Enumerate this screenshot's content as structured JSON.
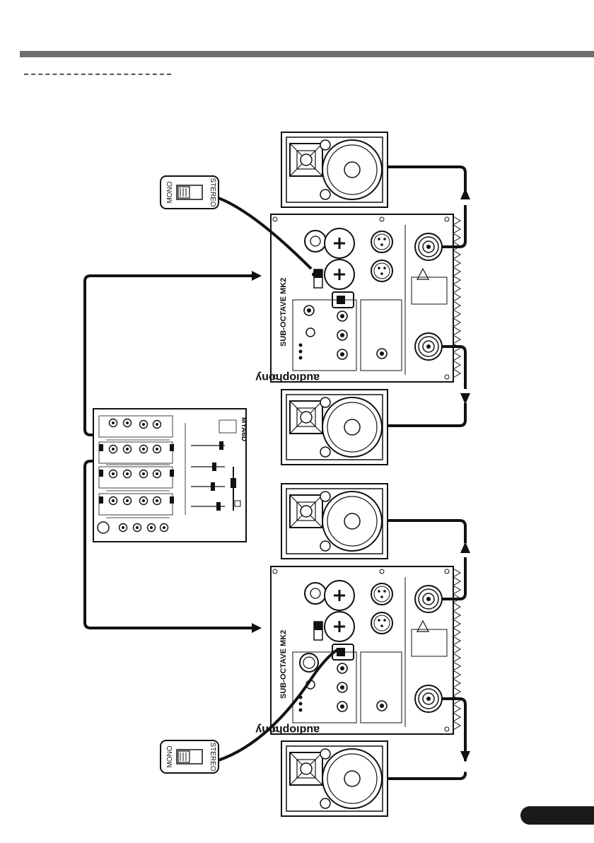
{
  "switch_panels": [
    {
      "left_label": "MONO",
      "right_label": "STEREO"
    },
    {
      "left_label": "MONO",
      "right_label": "STEREO"
    }
  ],
  "subwoofers": [
    {
      "model": "SUB-OCTAVE MK2",
      "brand": "audiophony"
    },
    {
      "model": "SUB-OCTAVE MK2",
      "brand": "audiophony"
    }
  ],
  "mixer": {
    "model": "MYA6D"
  },
  "colors": {
    "ink": "#1a1a1a",
    "bar": "#6e6e6e"
  }
}
